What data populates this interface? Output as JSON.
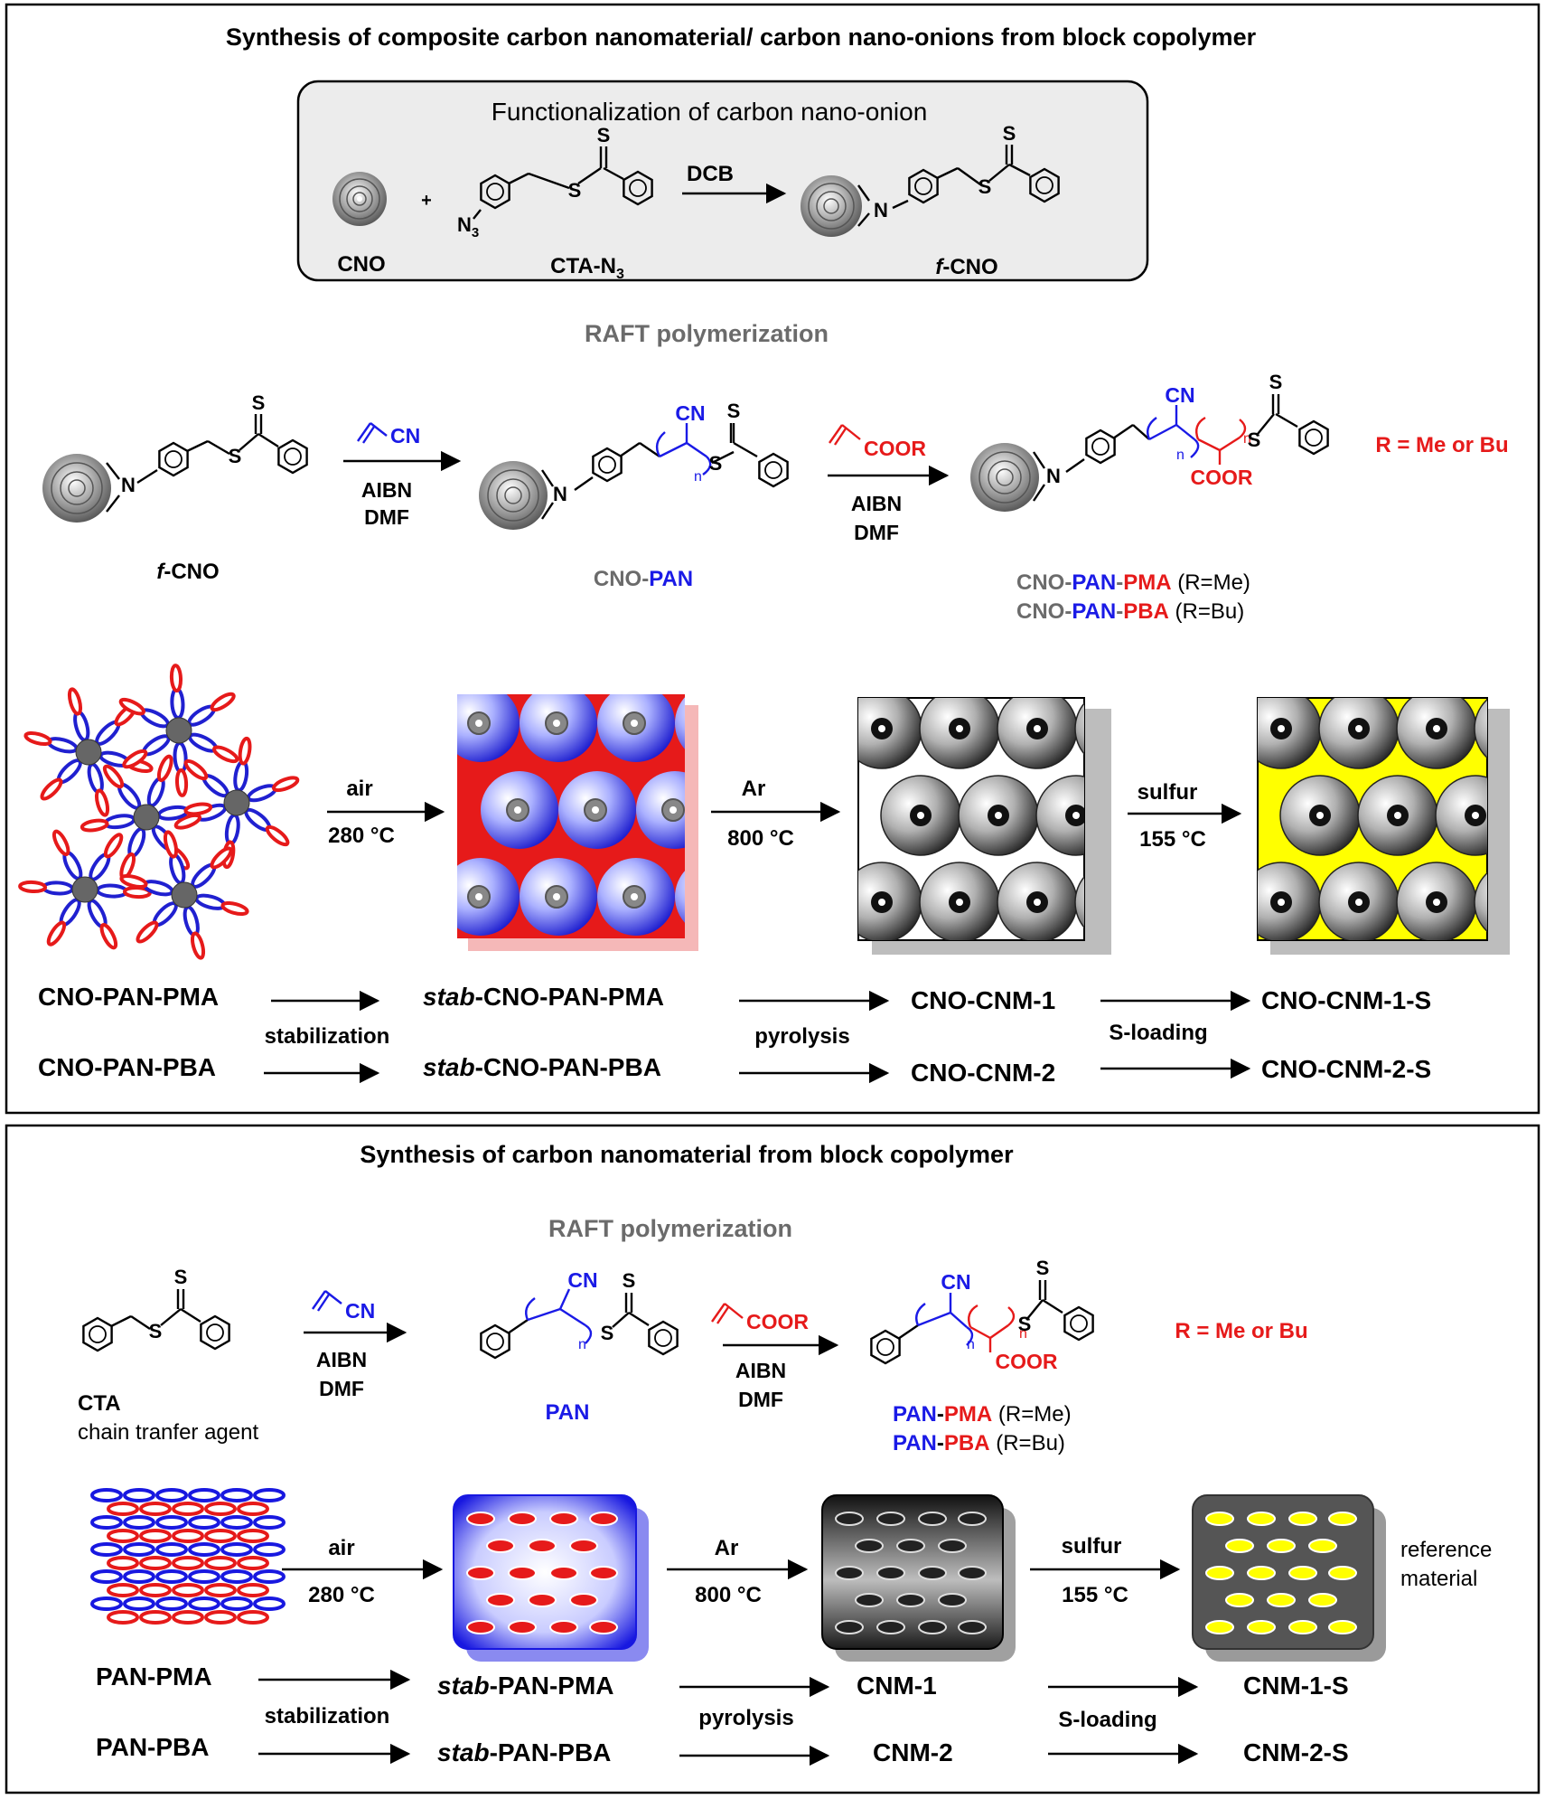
{
  "panel1": {
    "title": "Synthesis of composite carbon nanomaterial/ carbon nano-onions from block copolymer",
    "func_box_title": "Functionalization of carbon nano-onion",
    "cno_label": "CNO",
    "plus": "+",
    "cta_n3_label": "CTA-N",
    "cta_n3_sub": "3",
    "n3_text": "N",
    "n3_sub": "3",
    "dcb": "DCB",
    "fcno_label_italic": "f",
    "fcno_label_rest": "-CNO",
    "raft_heading": "RAFT polymerization",
    "scheme_fcno_italic": "f",
    "scheme_fcno_rest": "-CNO",
    "reagent_cn": "CN",
    "reagent_coor": "COOR",
    "aibn": "AIBN",
    "dmf": "DMF",
    "cno_pan_cno": "CNO-",
    "cno_pan_pan": "PAN",
    "sub_n": "n",
    "atom_n": "N",
    "atom_s": "S",
    "r_def": "R = Me or Bu",
    "prod1_a": "CNO-",
    "prod1_b": "PAN",
    "prod1_c": "-",
    "prod1_d": "PMA",
    "prod1_e": " (R=Me)",
    "prod2_a": "CNO-",
    "prod2_b": "PAN",
    "prod2_c": "-",
    "prod2_d": "PBA",
    "prod2_e": " (R=Bu)",
    "air": "air",
    "temp1": "280 °C",
    "ar": "Ar",
    "temp2": "800 °C",
    "sulfur": "sulfur",
    "temp3": "155 °C",
    "row1": [
      "CNO-PAN-PMA",
      "stab",
      "-CNO-PAN-PMA",
      "CNO-CNM-1",
      "CNO-CNM-1-S"
    ],
    "row2": [
      "CNO-PAN-PBA",
      "stab",
      "-CNO-PAN-PBA",
      "CNO-CNM-2",
      "CNO-CNM-2-S"
    ],
    "stabilization": "stabilization",
    "pyrolysis": "pyrolysis",
    "s_loading": "S-loading"
  },
  "panel2": {
    "title": "Synthesis of carbon nanomaterial from block copolymer",
    "raft_heading": "RAFT polymerization",
    "cta_label": "CTA",
    "cta_desc": "chain tranfer agent",
    "reagent_cn": "CN",
    "reagent_coor": "COOR",
    "aibn": "AIBN",
    "dmf": "DMF",
    "pan_label": "PAN",
    "sub_n": "n",
    "atom_s": "S",
    "r_def": "R = Me or Bu",
    "prod1_a": "PAN",
    "prod1_b": "-",
    "prod1_c": "PMA",
    "prod1_d": " (R=Me)",
    "prod2_a": "PAN",
    "prod2_b": "-",
    "prod2_c": "PBA",
    "prod2_d": " (R=Bu)",
    "air": "air",
    "temp1": "280 °C",
    "ar": "Ar",
    "temp2": "800 °C",
    "sulfur": "sulfur",
    "temp3": "155 °C",
    "reference": "reference",
    "material": "material",
    "row1": [
      "PAN-PMA",
      "stab",
      "-PAN-PMA",
      "CNM-1",
      "CNM-1-S"
    ],
    "row2": [
      "PAN-PBA",
      "stab",
      "-PAN-PBA",
      "CNM-2",
      "CNM-2-S"
    ],
    "stabilization": "stabilization",
    "pyrolysis": "pyrolysis",
    "s_loading": "S-loading"
  },
  "colors": {
    "blue": "#1a1ae6",
    "red": "#e61a1a",
    "grey_text": "#6b6b6b",
    "yellow": "#ffff00",
    "box_fill": "#ececec"
  }
}
